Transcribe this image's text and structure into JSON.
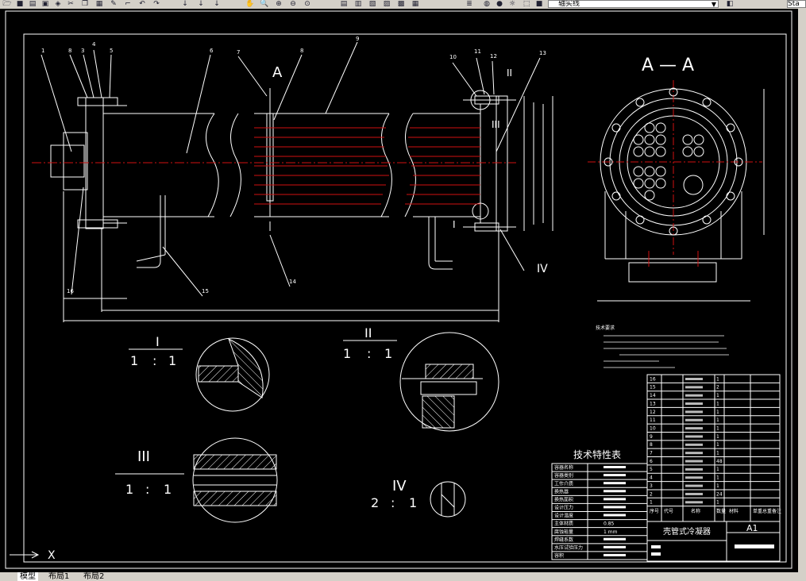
{
  "toolbar": {
    "layer_name": "轴实线",
    "combo_right_value": "Sta"
  },
  "tabs": [
    "模型",
    "布局1",
    "布局2"
  ],
  "section_view": {
    "title": "A — A"
  },
  "details": [
    {
      "id": "detail-I",
      "label": "I",
      "scale_left": "1",
      "scale_right": "1"
    },
    {
      "id": "detail-II",
      "label": "II",
      "scale_left": "1",
      "scale_right": "1"
    },
    {
      "id": "detail-III",
      "label": "III",
      "scale_left": "1",
      "scale_right": "1"
    },
    {
      "id": "detail-IV",
      "label": "IV",
      "scale_left": "2",
      "scale_right": "1"
    }
  ],
  "callouts": [
    "1",
    "8",
    "3",
    "4",
    "5",
    "6",
    "7",
    "8",
    "9",
    "10",
    "11",
    "12",
    "13",
    "14",
    "15",
    "16"
  ],
  "view_labels": {
    "A": "A",
    "II": "II",
    "III": "III",
    "I": "I",
    "IV": "IV"
  },
  "tech_table": {
    "title": "技术特性表",
    "rows": [
      "容器名称",
      "容器类别",
      "工作介质",
      "换热器",
      "换热面积",
      "设计压力",
      "设计温度",
      "主体材质",
      "腐蚀裕量",
      "焊缝系数",
      "水压试验压力",
      "容积"
    ],
    "values": [
      "",
      "",
      "",
      "",
      "",
      "",
      "",
      "0.85",
      "1 mm",
      "",
      "",
      ""
    ]
  },
  "parts_list": {
    "rows": [
      {
        "no": "16",
        "qty": "1"
      },
      {
        "no": "15",
        "qty": "2"
      },
      {
        "no": "14",
        "qty": "1"
      },
      {
        "no": "13",
        "qty": "1"
      },
      {
        "no": "12",
        "qty": "1"
      },
      {
        "no": "11",
        "qty": "1"
      },
      {
        "no": "10",
        "qty": "1"
      },
      {
        "no": "9",
        "qty": "1"
      },
      {
        "no": "8",
        "qty": "1"
      },
      {
        "no": "7",
        "qty": "1"
      },
      {
        "no": "6",
        "qty": "48"
      },
      {
        "no": "5",
        "qty": "1"
      },
      {
        "no": "4",
        "qty": "1"
      },
      {
        "no": "3",
        "qty": "1"
      },
      {
        "no": "2",
        "qty": "24"
      },
      {
        "no": "1",
        "qty": "1"
      }
    ],
    "header": [
      "序号",
      "代号",
      "名称",
      "数量",
      "材料",
      "单重",
      "总重",
      "备注"
    ]
  },
  "title_block": {
    "title": "壳管式冷凝器",
    "sheet": "A1"
  },
  "tech_requirements_heading": "技术要求"
}
